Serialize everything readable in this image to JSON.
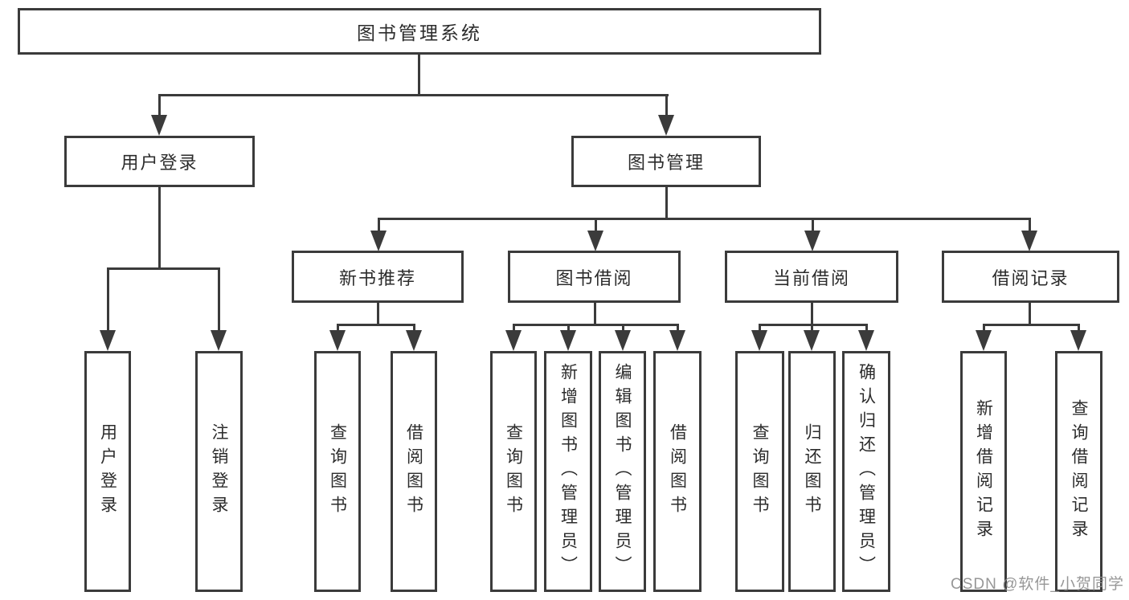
{
  "diagram_type": "hierarchy-tree",
  "tree": {
    "label": "图书管理系统",
    "children": [
      {
        "label": "用户登录",
        "children": [
          {
            "label": "用户登录"
          },
          {
            "label": "注销登录"
          }
        ]
      },
      {
        "label": "图书管理",
        "children": [
          {
            "label": "新书推荐",
            "children": [
              {
                "label": "查询图书"
              },
              {
                "label": "借阅图书"
              }
            ]
          },
          {
            "label": "图书借阅",
            "children": [
              {
                "label": "查询图书"
              },
              {
                "label": "新增图书（管理员）"
              },
              {
                "label": "编辑图书（管理员）"
              },
              {
                "label": "借阅图书"
              }
            ]
          },
          {
            "label": "当前借阅",
            "children": [
              {
                "label": "查询图书"
              },
              {
                "label": "归还图书"
              },
              {
                "label": "确认归还（管理员）"
              }
            ]
          },
          {
            "label": "借阅记录",
            "children": [
              {
                "label": "新增借阅记录"
              },
              {
                "label": "查询借阅记录"
              }
            ]
          }
        ]
      }
    ]
  },
  "watermark": {
    "text": "CSDN @软件_小贺同学"
  },
  "colors": {
    "line": "#3b3b3b",
    "text": "#2c2c2c",
    "background": "#ffffff",
    "watermark": "#8e8e8e"
  }
}
